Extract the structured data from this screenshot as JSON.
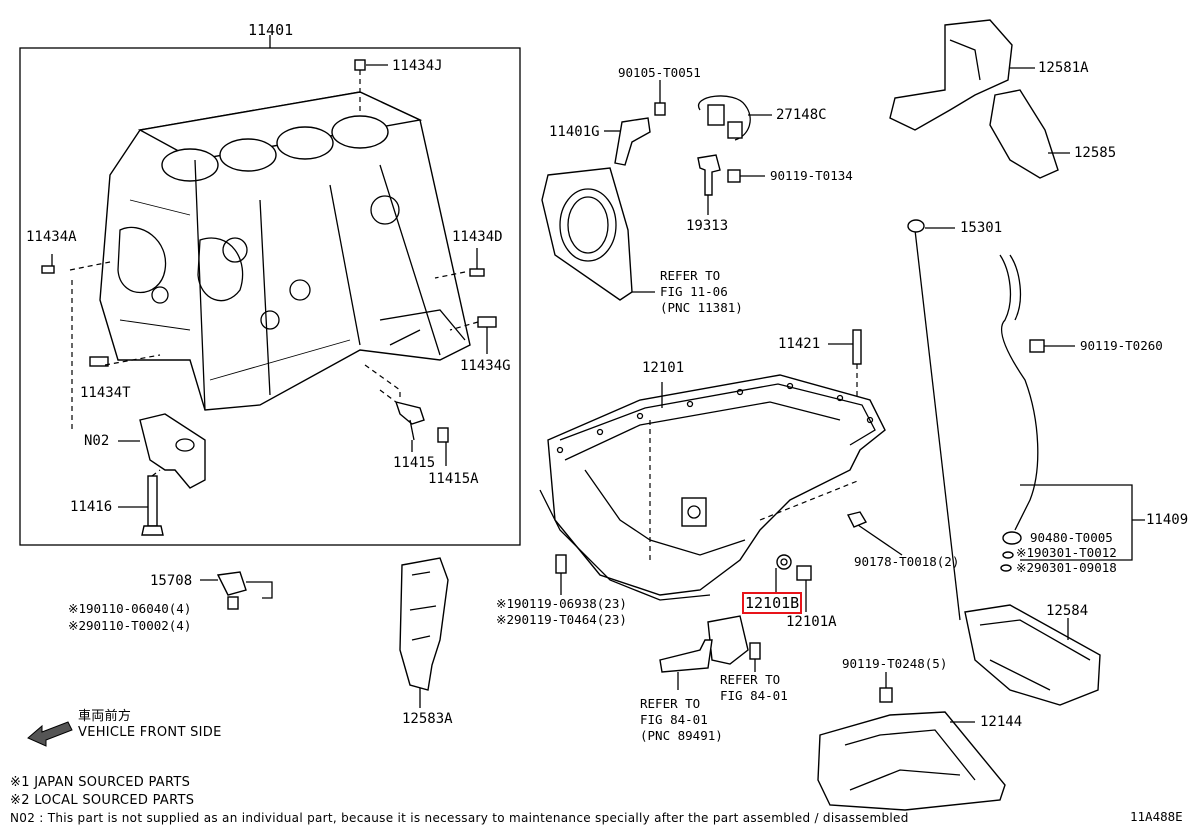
{
  "labels": {
    "p11401": "11401",
    "p11434j": "11434J",
    "p11434a": "11434A",
    "p11434d": "11434D",
    "p11434g": "11434G",
    "p11434t": "11434T",
    "n02": "N02",
    "p11416": "11416",
    "p11415": "11415",
    "p11415a": "11415A",
    "p90105": "90105-T0051",
    "p11401g": "11401G",
    "p27148c": "27148C",
    "p90119_t0134": "90119-T0134",
    "p19313": "19313",
    "refer_fig_11_06_a": "REFER TO",
    "refer_fig_11_06_b": "FIG 11-06",
    "refer_fig_11_06_c": "(PNC 11381)",
    "p12581a": "12581A",
    "p12585": "12585",
    "p15301": "15301",
    "p90119_t0260": "90119-T0260",
    "p11421": "11421",
    "p12101": "12101",
    "p11409": "11409",
    "p90480": "90480-T0005",
    "p90301_t0012": "※190301-T0012",
    "p90301_09018": "※290301-09018",
    "p90178": "90178-T0018(2)",
    "p12101b": "12101B",
    "p12101a": "12101A",
    "p90119_06938": "※190119-06938(23)",
    "p90119_t0464": "※290119-T0464(23)",
    "p15708": "15708",
    "p90110_06040": "※190110-06040(4)",
    "p90110_t0002": "※290110-T0002(4)",
    "p12583a": "12583A",
    "refer_fig_84_01_a": "REFER TO",
    "refer_fig_84_01_b": "FIG 84-01",
    "refer_fig_84_01_c": "REFER TO",
    "refer_fig_84_01_d": "FIG 84-01",
    "refer_fig_84_01_e": "(PNC 89491)",
    "p90119_t0248": "90119-T0248(5)",
    "p12584": "12584",
    "p12144": "12144"
  },
  "direction": {
    "jp": "車両前方",
    "en": "VEHICLE FRONT SIDE"
  },
  "notes": {
    "note1": "※1 JAPAN SOURCED PARTS",
    "note2": "※2 LOCAL SOURCED PARTS",
    "note3": "N02 : This part is not supplied as an individual part, because it is necessary to maintenance specially after the part assembled / disassembled"
  },
  "figure_code": "11A488E",
  "highlight_color": "#e8141a"
}
